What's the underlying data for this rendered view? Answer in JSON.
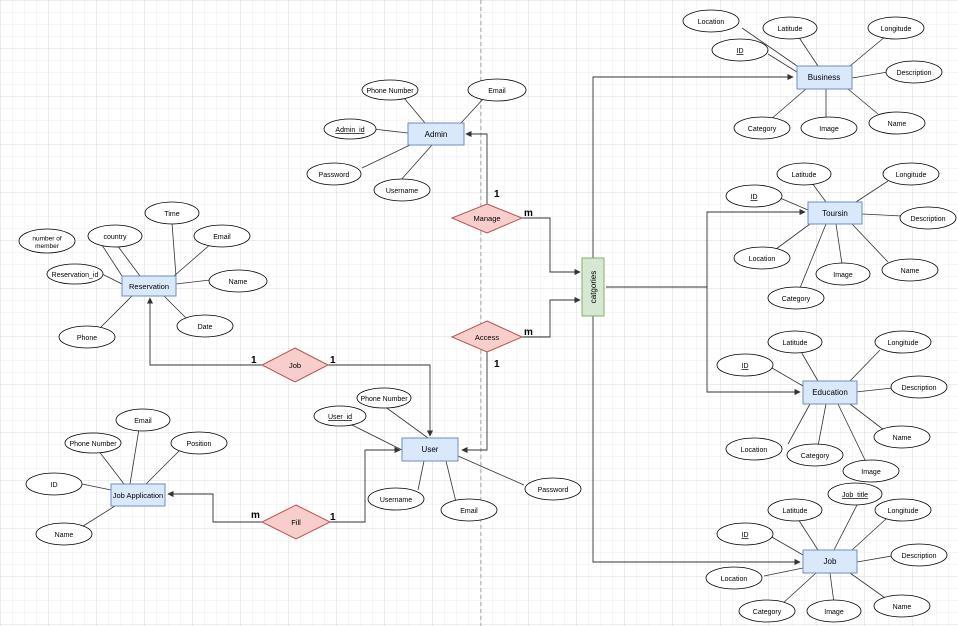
{
  "colors": {
    "entity_fill": "#dae8fc",
    "entity_stroke": "#6c8ebf",
    "relationship_fill": "#f8cecc",
    "relationship_stroke": "#b85450",
    "hub_fill": "#d5e8d4",
    "hub_stroke": "#82b366",
    "grid_minor": "#ececec",
    "grid_major": "#d8d8d8",
    "line": "#333333"
  },
  "entities": {
    "admin": "Admin",
    "reservation": "Reservation",
    "user": "User",
    "job_application": "Job Application",
    "business": "Business",
    "tourism": "Toursin",
    "education": "Education",
    "job": "Job"
  },
  "hub": "catgories",
  "relationships": {
    "manage": "Manage",
    "access": "Access",
    "job": "Job",
    "fill": "Fill"
  },
  "attributes": {
    "admin": {
      "phone": "Phone Number",
      "email": "Email",
      "admin_id": "Admin_id",
      "password": "Password",
      "username": "Username"
    },
    "reservation": {
      "time": "Time",
      "country": "country",
      "members": "number of member",
      "email": "Email",
      "reservation_id": "Reservation_id",
      "name": "Name",
      "phone": "Phone",
      "date": "Date"
    },
    "user": {
      "phone": "Phone Number",
      "user_id": "User_id",
      "password": "Password",
      "username": "Username",
      "email": "Email"
    },
    "job_application": {
      "email": "Email",
      "phone": "Phone Number",
      "position": "Position",
      "id": "ID",
      "name": "Name"
    },
    "business": {
      "location": "Location",
      "latitude": "Latitude",
      "longitude": "Longitude",
      "id": "ID",
      "description": "Description",
      "category": "Category",
      "image": "Image",
      "name": "Name"
    },
    "tourism": {
      "latitude": "Latitude",
      "longitude": "Longitude",
      "id": "ID",
      "description": "Description",
      "location": "Location",
      "image": "Image",
      "name": "Name",
      "category": "Category"
    },
    "education": {
      "latitude": "Latitude",
      "longitude": "Longitude",
      "id": "ID",
      "description": "Description",
      "name": "Name",
      "location": "Location",
      "category": "Category",
      "image": "Image"
    },
    "job": {
      "job_title": "Job_title",
      "latitude": "Latitude",
      "longitude": "Longitude",
      "id": "ID",
      "description": "Description",
      "location": "Location",
      "name": "Name",
      "category": "Category",
      "image": "Image"
    }
  },
  "cardinalities": {
    "manage_admin": "1",
    "manage_hub": "m",
    "access_user": "1",
    "access_hub": "m",
    "job_reservation": "1",
    "job_user": "1",
    "fill_application": "m",
    "fill_user": "1"
  }
}
